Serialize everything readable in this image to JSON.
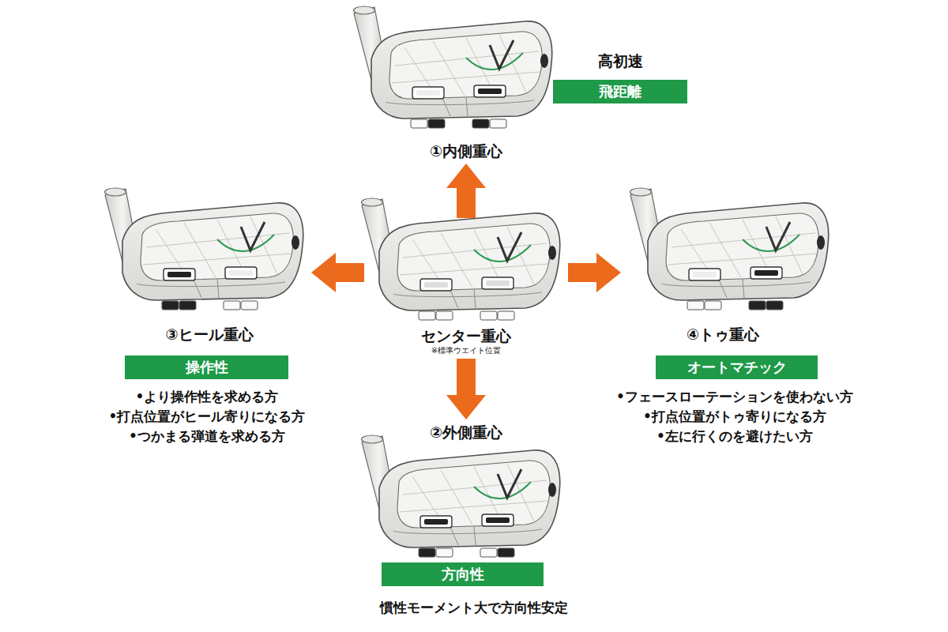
{
  "diagram": {
    "nodes": [
      {
        "text": [
          "①内側重心"
        ]
      },
      {
        "text": [
          "高初速",
          "飛距離"
        ]
      },
      {
        "text": [
          "③ヒール重心"
        ]
      },
      {
        "text": [
          "操作性"
        ]
      },
      {
        "text": [
          "センター重心",
          "※標準ウエイト位置"
        ]
      },
      {
        "text": [
          "④トゥ重心"
        ]
      },
      {
        "text": [
          "オートマチック"
        ]
      },
      {
        "text": [
          "②外側重心"
        ]
      },
      {
        "text": [
          "方向性"
        ]
      }
    ],
    "edges": [
      {
        "from": 4,
        "to": 0,
        "arrow": "to"
      },
      {
        "from": 4,
        "to": 2,
        "arrow": "to"
      },
      {
        "from": 4,
        "to": 5,
        "arrow": "to"
      },
      {
        "from": 4,
        "to": 7,
        "arrow": "to"
      }
    ],
    "labels": [
      "•より操作性を求める方",
      "•打点位置がヒール寄りになる方",
      "•つかまる弾道を求める方",
      "•フェースローテーションを使わない方",
      "•打点位置がトゥ寄りになる方",
      "•左に行くのを避けたい方",
      "慣性モーメント大で方向性安定"
    ]
  }
}
